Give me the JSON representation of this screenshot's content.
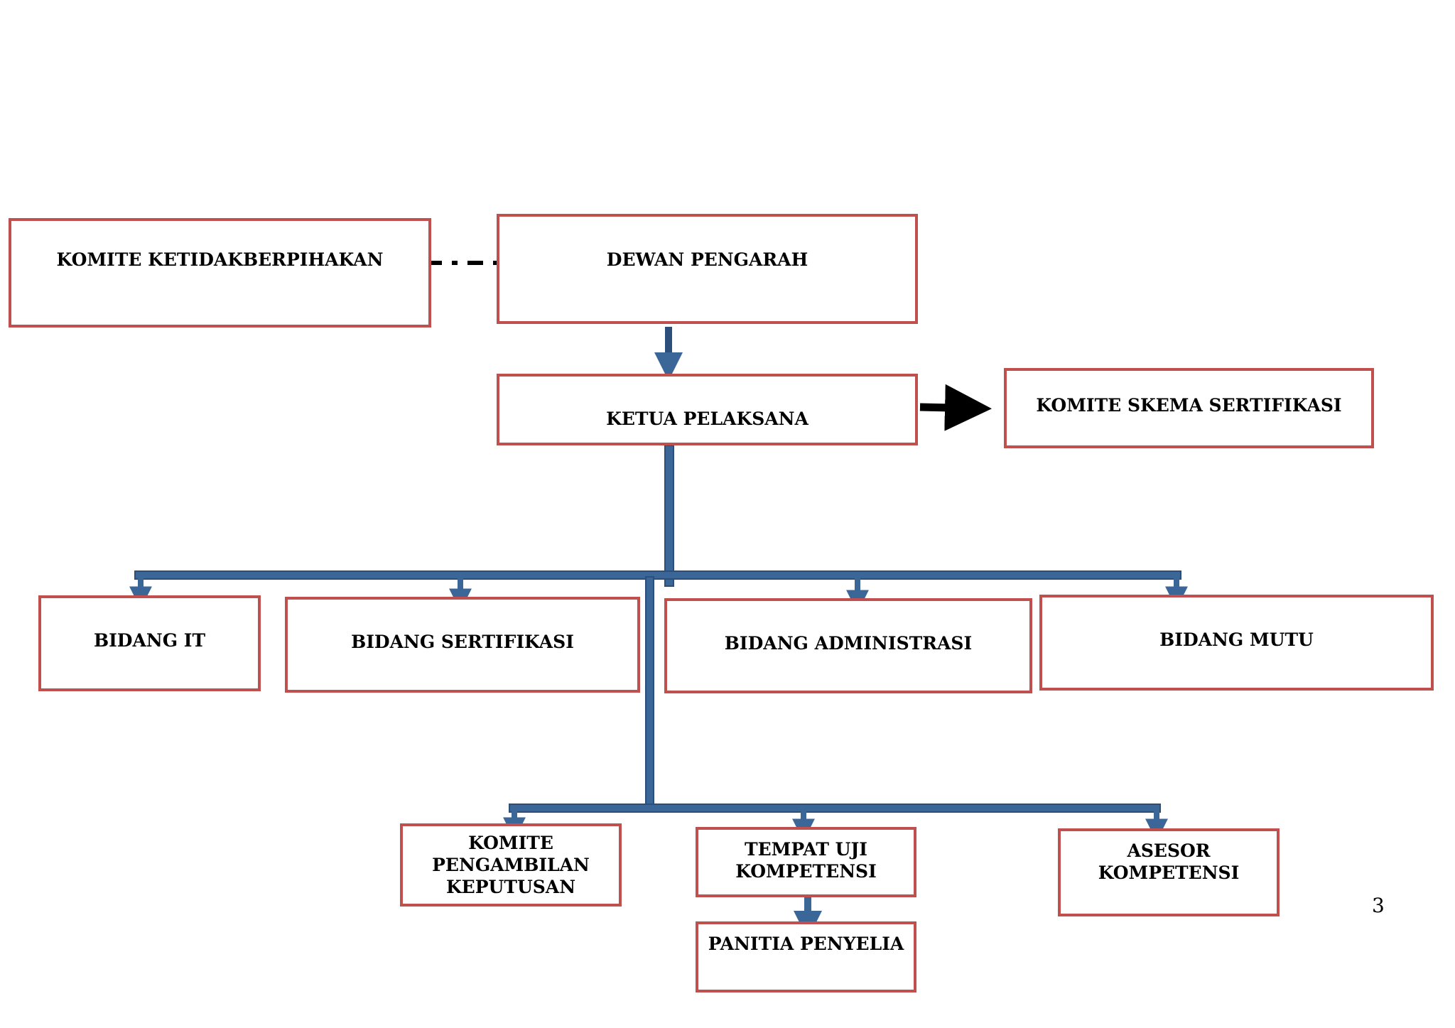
{
  "nodes": {
    "komite_ketidakberpihakan": "KOMITE KETIDAKBERPIHAKAN",
    "dewan_pengarah": "DEWAN PENGARAH",
    "ketua_pelaksana": "KETUA PELAKSANA",
    "komite_skema_sertifikasi": "KOMITE SKEMA SERTIFIKASI",
    "bidang_it": "BIDANG IT",
    "bidang_sertifikasi": "BIDANG SERTIFIKASI",
    "bidang_administrasi": "BIDANG ADMINISTRASI",
    "bidang_mutu": "BIDANG MUTU",
    "komite_pengambilan_keputusan": "KOMITE\nPENGAMBILAN\nKEPUTUSAN",
    "tempat_uji_kompetensi": "TEMPAT UJI\nKOMPETENSI",
    "asesor_kompetensi": "ASESOR\nKOMPETENSI",
    "panitia_penyelia": "PANITIA PENYELIA"
  },
  "page_number": "3",
  "colors": {
    "box_border": "#C0504D",
    "connector": "#3B6698",
    "connector_edge": "#2B4F7A",
    "arrow_black": "#000000"
  }
}
